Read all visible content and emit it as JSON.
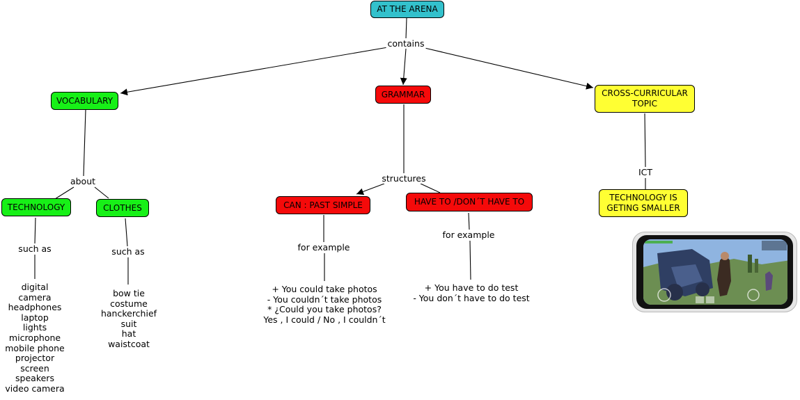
{
  "nodes": {
    "root": "AT THE ARENA",
    "vocabulary": "VOCABULARY",
    "grammar": "GRAMMAR",
    "cross": "CROSS-CURRICULAR TOPIC",
    "technology": "TECHNOLOGY",
    "clothes": "CLOTHES",
    "can_past": "CAN : PAST SIMPLE",
    "have_to": "HAVE TO /DON´T HAVE TO",
    "tech_smaller": "TECHNOLOGY IS GETING SMALLER"
  },
  "links": {
    "contains": "contains",
    "about": "about",
    "structures": "structures",
    "ict": "ICT",
    "such_as_tech": "such as",
    "such_as_clothes": "such as",
    "for_example_can": "for example",
    "for_example_have": "for example"
  },
  "lists": {
    "technology_items": [
      "digital",
      "camera",
      "headphones",
      "laptop",
      "lights",
      "microphone",
      "mobile phone",
      "projector",
      "screen",
      "speakers",
      "video camera"
    ],
    "clothes_items": [
      "bow tie",
      "costume",
      "hanckerchief",
      "suit",
      "hat",
      "waistcoat"
    ],
    "can_examples": [
      "+ You could take photos",
      "- You couldn´t take photos",
      "* ¿Could you take photos?",
      "Yes , I could / No , I couldn´t"
    ],
    "have_to_examples": [
      "+ You have to do test",
      "- You don´t have to do test"
    ]
  },
  "images": {
    "phone": "smartphone-game-screenshot"
  },
  "colors": {
    "root": "#33c1cc",
    "green": "#17f017",
    "red": "#f50a0a",
    "yellow": "#ffff33"
  }
}
